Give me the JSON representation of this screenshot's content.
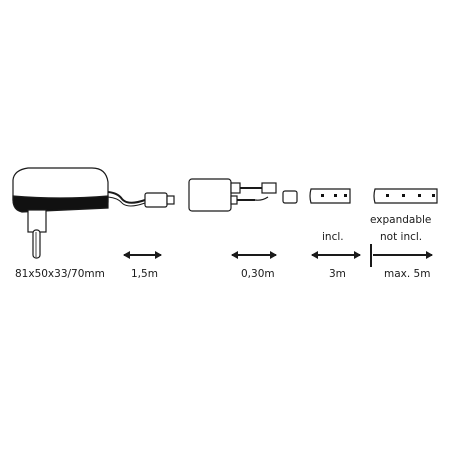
{
  "items": [
    {
      "name": "power-adapter",
      "label": "81x50x33/70mm"
    },
    {
      "name": "adapter-cable",
      "label": "1,5m"
    },
    {
      "name": "controller-cable",
      "label": "0,30m"
    },
    {
      "name": "led-strip-included",
      "caption": "incl.",
      "label": "3m"
    },
    {
      "name": "led-strip-expandable",
      "caption": "expandable",
      "caption2": "not incl.",
      "label": "max. 5m"
    }
  ],
  "colors": {
    "stroke": "#1a1a1a",
    "body_fill": "#ffffff",
    "shadow": "#111111"
  }
}
